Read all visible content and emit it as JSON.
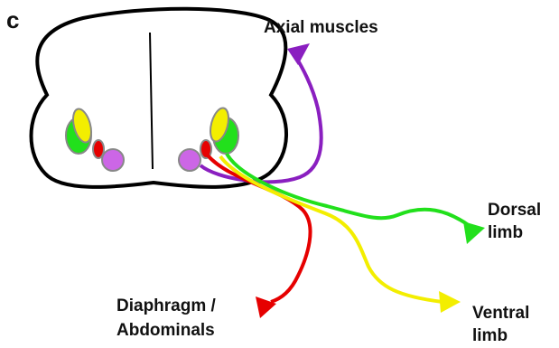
{
  "panel_letter": "c",
  "labels": {
    "axial": "Axial muscles",
    "dorsal_line1": "Dorsal",
    "dorsal_line2": "limb",
    "ventral_line1": "Ventral",
    "ventral_line2": "limb",
    "diaphragm_line1": "Diaphragm /",
    "diaphragm_line2": "Abdominals"
  },
  "colors": {
    "axial": "#8a1fc0",
    "dorsal": "#22e01c",
    "ventral": "#f3ee00",
    "diaphragm": "#e60000",
    "motor_pool_lavender": "#cc66e6",
    "outline": "#000000"
  }
}
